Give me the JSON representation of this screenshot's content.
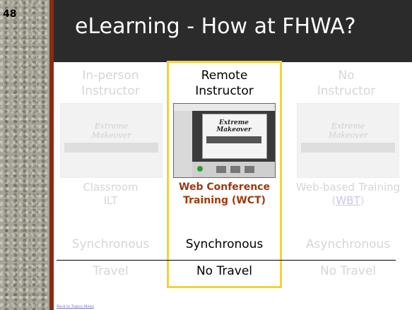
{
  "slide": {
    "number": "48",
    "title": "eLearning - How at FHWA?"
  },
  "columns": [
    {
      "heading_line1": "In-person",
      "heading_line2": "Instructor",
      "thumbnail_line1": "Extreme",
      "thumbnail_line2": "Makeover",
      "type_line1": "Classroom",
      "type_line2": "ILT",
      "sync": "Synchronous",
      "travel": "Travel"
    },
    {
      "heading_line1": "Remote",
      "heading_line2": "Instructor",
      "thumbnail_line1": "Extreme",
      "thumbnail_line2": "Makeover",
      "type_line1": "Web Conference",
      "type_line2": "Training (WCT)",
      "sync": "Synchronous",
      "travel": "No Travel"
    },
    {
      "heading_line1": "No",
      "heading_line2": "Instructor",
      "thumbnail_line1": "Extreme",
      "thumbnail_line2": "Makeover",
      "type_line1": "Web-based Training",
      "type_line2_open": "(",
      "type_line2_link": "WBT",
      "type_line2_close": ")",
      "sync": "Asynchronous",
      "travel": "No Travel"
    }
  ],
  "footer": {
    "back_link": "Back to Topics Menu"
  },
  "colors": {
    "title_bar": "#2b2b2b",
    "accent_rule": "#8b2a16",
    "highlight_border": "#f2d23a",
    "wct_text": "#9b3a10",
    "faded_text": "#d6d6d6"
  }
}
